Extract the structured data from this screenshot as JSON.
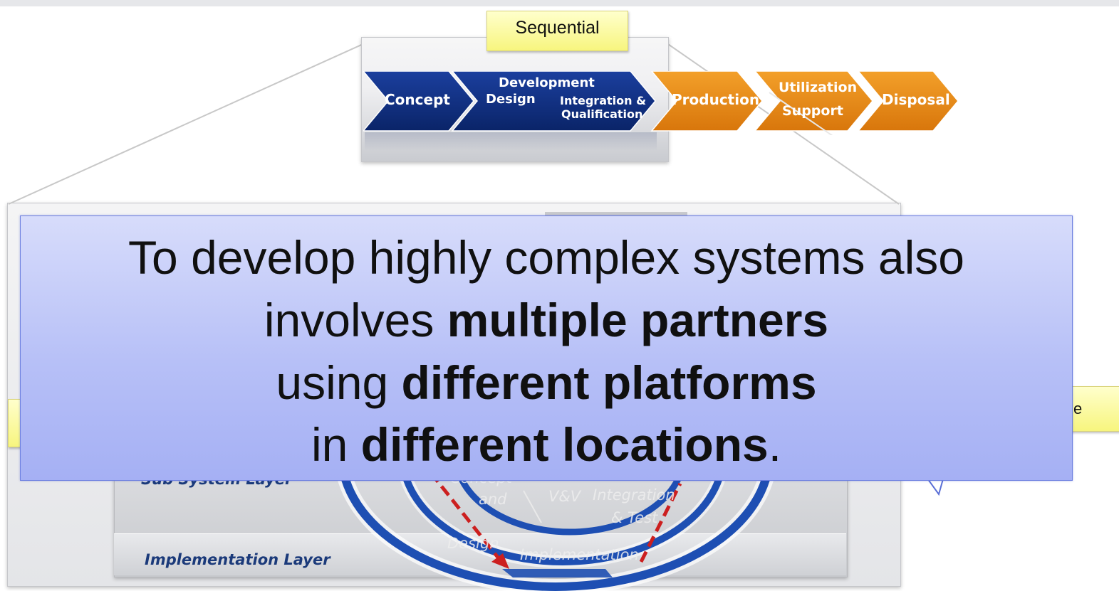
{
  "sequential_note": {
    "label": "Sequential"
  },
  "right_note": {
    "label": "e"
  },
  "lifecycle": {
    "stages": [
      {
        "label": "Concept"
      },
      {
        "label": "Development",
        "sub": [
          "Design",
          "Integration &",
          "Qualification"
        ]
      },
      {
        "label": "Production"
      },
      {
        "label": "Utilization",
        "sub": [
          "Support"
        ]
      },
      {
        "label": "Disposal"
      }
    ]
  },
  "layers": {
    "subsystem": "Sub System Layer",
    "implementation": "Implementation Layer"
  },
  "v_model_labels": {
    "concept": "Concept",
    "and": "and",
    "vv": "V&V",
    "integration": "Integration",
    "test": "& Test",
    "design": "Design",
    "implementation": "Implementation"
  },
  "colors": {
    "blue_chevron": "#0d2d7c",
    "orange_chevron": "#e8870e",
    "overlay": "#b4bdf6",
    "ring": "#1e4fb3",
    "arrow": "#cc1f1f"
  },
  "overlay": {
    "line1": "To develop highly complex systems also",
    "line2_pre": "involves ",
    "line2_bold": "multiple partners",
    "line3_pre": "using ",
    "line3_bold": "different platforms",
    "line4_pre": "in ",
    "line4_bold": "different locations",
    "line4_post": "."
  }
}
